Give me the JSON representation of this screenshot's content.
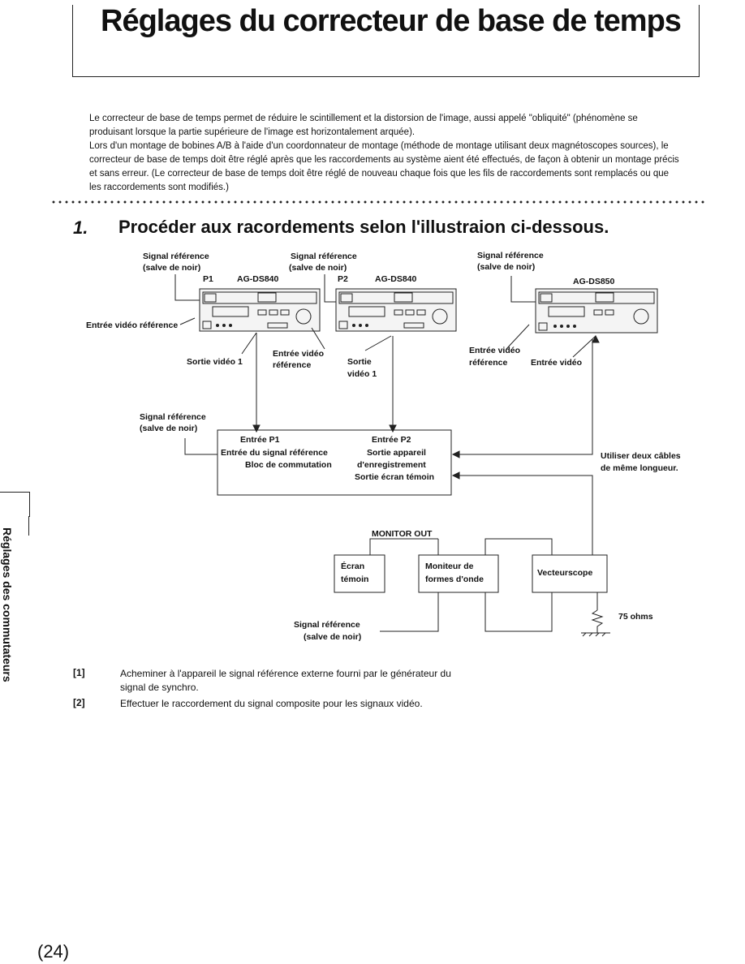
{
  "title": "Réglages du correcteur de base de temps",
  "intro": [
    "Le correcteur de base de temps permet de réduire le scintillement et la distorsion de l'image, aussi appelé \"obliquité\" (phénomène se produisant lorsque la partie supérieure de l'image est horizontalement arquée).",
    "Lors d'un montage de bobines A/B à l'aide d'un coordonnateur de montage (méthode de montage utilisant deux magnétoscopes sources), le correcteur de base de temps doit être réglé après que les raccordements au système aient été effectués, de façon à obtenir un montage précis et sans erreur. (Le correcteur de base de temps doit être réglé de nouveau chaque fois que les fils de raccordements sont remplacés ou que les raccordements sont modifiés.)"
  ],
  "step": {
    "number": "1.",
    "title": "Procéder aux racordements selon l'illustraion ci-dessous."
  },
  "diagram": {
    "ref_signal_1": "Signal référence",
    "ref_signal_1b": "(salve de noir)",
    "ref_signal_2": "Signal référence",
    "ref_signal_2b": "(salve de noir)",
    "ref_signal_3": "Signal référence",
    "ref_signal_3b": "(salve de noir)",
    "ref_signal_4": "Signal référence",
    "ref_signal_4b": "(salve de noir)",
    "ref_signal_5": "Signal référence",
    "ref_signal_5b": "(salve de noir)",
    "vcr1_tag": "P1",
    "vcr1_model": "AG-DS840",
    "vcr2_tag": "P2",
    "vcr2_model": "AG-DS840",
    "vcr3_model": "AG-DS850",
    "ref_video_in": "Entrée vidéo référence",
    "video_out_1": "Sortie vidéo 1",
    "ref_video_in_2a": "Entrée vidéo",
    "ref_video_in_2b": "référence",
    "video_out_2a": "Sortie",
    "video_out_2b": "vidéo 1",
    "ref_video_in_3a": "Entrée vidéo",
    "ref_video_in_3b": "référence",
    "video_in_3": "Entrée vidéo",
    "switcher": {
      "in_p1": "Entrée P1",
      "in_p2": "Entrée P2",
      "ref_in": "Entrée du signal référence",
      "out_device": "Sortie appareil",
      "out_device_b": "d'enregistrement",
      "block": "Bloc de commutation",
      "monitor_out": "Sortie écran témoin"
    },
    "cable_note_a": "Utiliser deux câbles",
    "cable_note_b": "de même longueur.",
    "monitor_out_label": "MONITOR OUT",
    "monitor_a": "Écran",
    "monitor_b": "témoin",
    "waveform_a": "Moniteur de",
    "waveform_b": "formes d'onde",
    "vectorscope": "Vecteurscope",
    "termination": "75 ohms"
  },
  "items": [
    {
      "num": "[1]",
      "text": "Acheminer à l'appareil le signal référence externe fourni par le générateur du signal de synchro."
    },
    {
      "num": "[2]",
      "text": "Effectuer le raccordement du signal composite pour les signaux vidéo."
    }
  ],
  "side_tab": "Réglages des commutateurs",
  "page_number": "(24)"
}
